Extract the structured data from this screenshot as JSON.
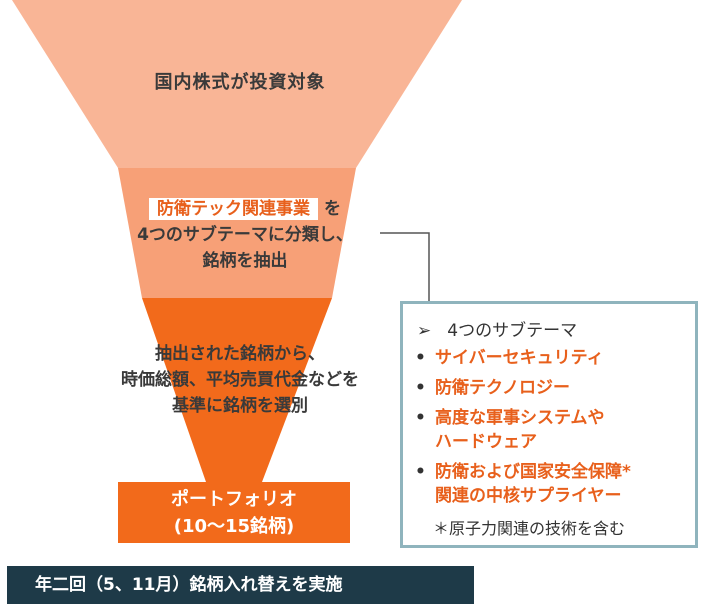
{
  "funnel": {
    "colors": {
      "top": "#f9b596",
      "middle": "#f7a077",
      "bottom": "#f26a1b"
    },
    "layer1": "国内株式が投資対象",
    "layer2": {
      "highlight": "防衛テック関連事業",
      "after_highlight": "を",
      "line2": "4つのサブテーマに分類し、",
      "line3": "銘柄を抽出"
    },
    "layer3": {
      "line1": "抽出された銘柄から、",
      "line2": "時価総額、平均売買代金などを",
      "line3": "基準に銘柄を選別"
    }
  },
  "portfolio": {
    "line1": "ポートフォリオ",
    "line2": "(10～15銘柄)"
  },
  "schedule": "年二回（5、11月）銘柄入れ替えを実施",
  "subthemes": {
    "heading_marker": "➢",
    "heading": "4つのサブテーマ",
    "bullet": "•",
    "items": [
      {
        "lines": [
          "サイバーセキュリティ"
        ]
      },
      {
        "lines": [
          "防衛テクノロジー"
        ]
      },
      {
        "lines": [
          "高度な軍事システムや",
          "ハードウェア"
        ]
      },
      {
        "lines": [
          "防衛および国家安全保障*",
          "関連の中核サプライヤー"
        ]
      }
    ],
    "note": "＊原子力関連の技術を含む"
  }
}
